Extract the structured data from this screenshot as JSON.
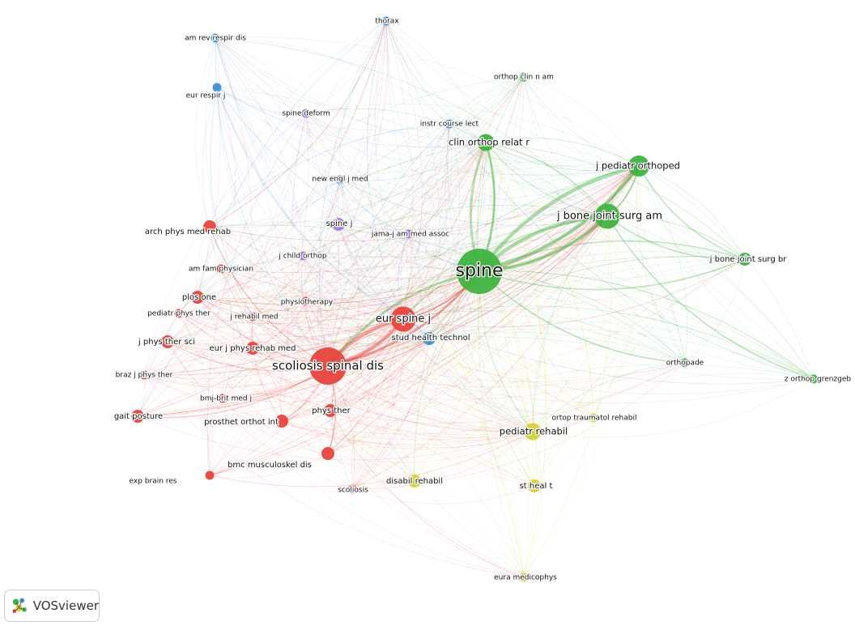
{
  "app": {
    "name": "VOSviewer",
    "logo_icon": "vosviewer-logo-icon"
  },
  "colors": {
    "red": "#e8453c",
    "green": "#3fb33f",
    "blue": "#3d8fd6",
    "yellow": "#d4d231",
    "purple": "#a77bd9"
  },
  "nodes": [
    {
      "id": "thorax",
      "label": "thorax",
      "cluster": "blue",
      "weight": 1
    },
    {
      "id": "amrev",
      "label": "am rev respir dis",
      "cluster": "blue",
      "weight": 1
    },
    {
      "id": "eurresp",
      "label": "eur respir j",
      "cluster": "blue",
      "weight": 1
    },
    {
      "id": "instr",
      "label": "instr course lect",
      "cluster": "blue",
      "weight": 1
    },
    {
      "id": "nejm",
      "label": "new engl j med",
      "cluster": "blue",
      "weight": 1
    },
    {
      "id": "stud",
      "label": "stud health technol",
      "cluster": "blue",
      "weight": 2
    },
    {
      "id": "spinedeform",
      "label": "spine deform",
      "cluster": "purple",
      "weight": 1
    },
    {
      "id": "spinej",
      "label": "spine j",
      "cluster": "purple",
      "weight": 2
    },
    {
      "id": "jama",
      "label": "jama-j am med assoc",
      "cluster": "purple",
      "weight": 1
    },
    {
      "id": "jchild",
      "label": "j child orthop",
      "cluster": "purple",
      "weight": 1
    },
    {
      "id": "orthopclin",
      "label": "orthop clin n am",
      "cluster": "green",
      "weight": 1
    },
    {
      "id": "clinorthop",
      "label": "clin orthop relat r",
      "cluster": "green",
      "weight": 3
    },
    {
      "id": "jpediatr",
      "label": "j pediatr orthoped",
      "cluster": "green",
      "weight": 4
    },
    {
      "id": "jbjsam",
      "label": "j bone joint surg am",
      "cluster": "green",
      "weight": 5
    },
    {
      "id": "spine",
      "label": "spine",
      "cluster": "green",
      "weight": 10
    },
    {
      "id": "jbjsbr",
      "label": "j bone joint surg br",
      "cluster": "green",
      "weight": 2
    },
    {
      "id": "orthopade",
      "label": "orthopade",
      "cluster": "green",
      "weight": 1
    },
    {
      "id": "zorthop",
      "label": "z orthop grenzgeb",
      "cluster": "green",
      "weight": 1
    },
    {
      "id": "archphys",
      "label": "arch phys med rehab",
      "cluster": "red",
      "weight": 2
    },
    {
      "id": "amfam",
      "label": "am fam physician",
      "cluster": "red",
      "weight": 1
    },
    {
      "id": "plos",
      "label": "plos one",
      "cluster": "red",
      "weight": 2
    },
    {
      "id": "pediatrphys",
      "label": "pediatr phys ther",
      "cluster": "red",
      "weight": 1
    },
    {
      "id": "jrehab",
      "label": "j rehabil med",
      "cluster": "red",
      "weight": 1
    },
    {
      "id": "physio",
      "label": "physiotherapy",
      "cluster": "red",
      "weight": 1
    },
    {
      "id": "eurspine",
      "label": "eur spine j",
      "cluster": "red",
      "weight": 5
    },
    {
      "id": "jphys",
      "label": "j phys ther sci",
      "cluster": "red",
      "weight": 2
    },
    {
      "id": "eurjphys",
      "label": "eur j phys rehab med",
      "cluster": "red",
      "weight": 2
    },
    {
      "id": "scoliosis",
      "label": "scoliosis spinal dis",
      "cluster": "red",
      "weight": 8
    },
    {
      "id": "braz",
      "label": "braz j phys ther",
      "cluster": "red",
      "weight": 1
    },
    {
      "id": "bmj",
      "label": "bmj-brit med j",
      "cluster": "red",
      "weight": 1
    },
    {
      "id": "gait",
      "label": "gait posture",
      "cluster": "red",
      "weight": 2
    },
    {
      "id": "prosthet",
      "label": "prosthet orthot int",
      "cluster": "red",
      "weight": 2
    },
    {
      "id": "phys",
      "label": "phys ther",
      "cluster": "red",
      "weight": 2
    },
    {
      "id": "bmc",
      "label": "bmc musculoskel dis",
      "cluster": "red",
      "weight": 2
    },
    {
      "id": "expbrain",
      "label": "exp brain res",
      "cluster": "red",
      "weight": 1
    },
    {
      "id": "scolio2",
      "label": "scoliosis",
      "cluster": "red",
      "weight": 1
    },
    {
      "id": "pediatrrehab",
      "label": "pediatr rehabil",
      "cluster": "yellow",
      "weight": 3
    },
    {
      "id": "ortop",
      "label": "ortop traumatol rehabil",
      "cluster": "yellow",
      "weight": 1
    },
    {
      "id": "disabil",
      "label": "disabil rehabil",
      "cluster": "yellow",
      "weight": 2
    },
    {
      "id": "stheal",
      "label": "st heal t",
      "cluster": "yellow",
      "weight": 2
    },
    {
      "id": "eura",
      "label": "eura medicophys",
      "cluster": "yellow",
      "weight": 1
    }
  ]
}
